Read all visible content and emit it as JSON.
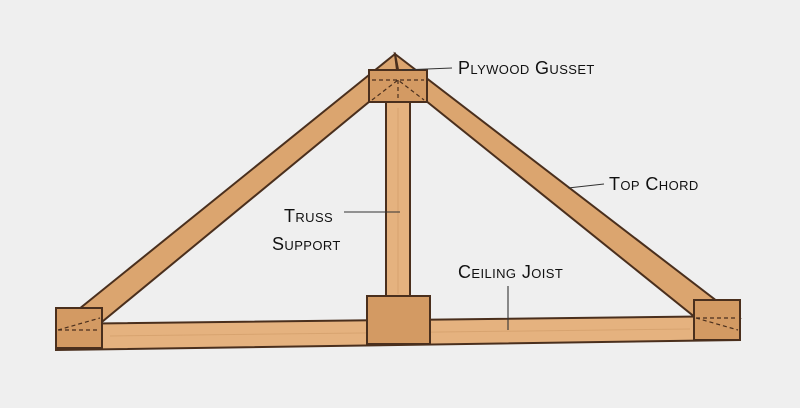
{
  "labels": {
    "plywood_gusset": "Plywood Gusset",
    "top_chord": "Top Chord",
    "truss_support_line1": "Truss",
    "truss_support_line2": "Support",
    "ceiling_joist": "Ceiling Joist"
  },
  "colors": {
    "background": "#efefef",
    "wood_light": "#e5b27f",
    "wood_mid": "#dba56f",
    "wood_dark": "#d39a63",
    "outline": "#4a2f1d",
    "text": "#111111"
  }
}
